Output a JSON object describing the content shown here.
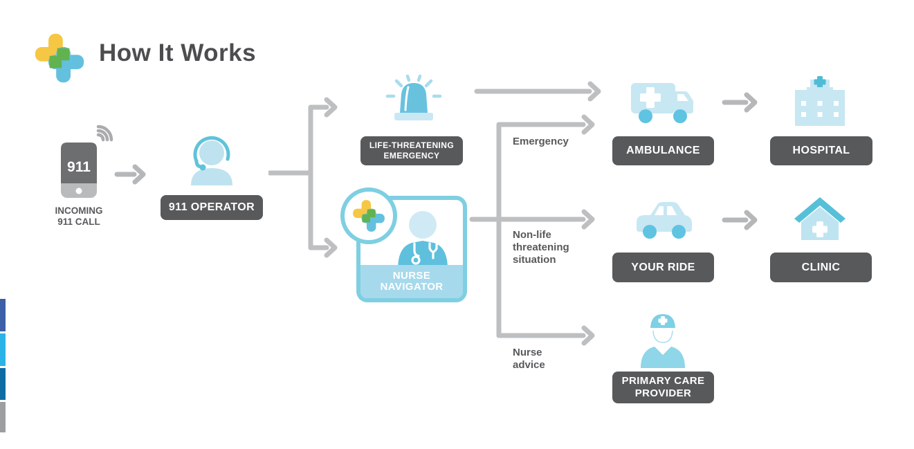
{
  "palette": {
    "badge_bg": "#58595b",
    "text_gray": "#4d4d4f",
    "arrow_gray": "#b5b7b9",
    "icon_light_blue": "#c7e7f3",
    "icon_mid_blue": "#5fc3e2",
    "icon_teal": "#52bed9",
    "nurse_card_border": "#7ecfe2",
    "logo_yellow": "#f6c744",
    "logo_blue": "#63c0de",
    "logo_green": "#62b24f",
    "phone_dark": "#6d6e70",
    "phone_light": "#b9babc",
    "sidebar_bars": [
      "#3c5fa7",
      "#2bb3e7",
      "#0e6ca5",
      "#9c9ea0"
    ]
  },
  "icons": {
    "logo": "medical-cross-logo",
    "incoming": "smartphone-911-with-signal-waves",
    "operator": "operator-with-headset",
    "life_threatening": "emergency-siren",
    "nurse_navigator": "nurse-with-magnifier-logo",
    "ambulance": "ambulance-truck",
    "hospital": "hospital-building",
    "your_ride": "car",
    "clinic": "clinic-house",
    "primary_care": "nurse-provider"
  },
  "header": {
    "title": "How It Works"
  },
  "flow": {
    "incoming_call": {
      "phone_text": "911",
      "label_line1": "INCOMING",
      "label_line2": "911 CALL"
    },
    "operator": {
      "label": "911 OPERATOR"
    },
    "life_threatening": {
      "label_line1": "LIFE-THREATENING",
      "label_line2": "EMERGENCY"
    },
    "nurse_navigator": {
      "label_line1": "NURSE",
      "label_line2": "NAVIGATOR"
    },
    "branch_labels": {
      "emergency": "Emergency",
      "non_life_line1": "Non-life",
      "non_life_line2": "threatening",
      "non_life_line3": "situation",
      "nurse_advice_line1": "Nurse",
      "nurse_advice_line2": "advice"
    },
    "ambulance": {
      "label": "AMBULANCE"
    },
    "hospital": {
      "label": "HOSPITAL"
    },
    "your_ride": {
      "label": "YOUR RIDE"
    },
    "clinic": {
      "label": "CLINIC"
    },
    "primary_care": {
      "label_line1": "PRIMARY CARE",
      "label_line2": "PROVIDER"
    }
  }
}
